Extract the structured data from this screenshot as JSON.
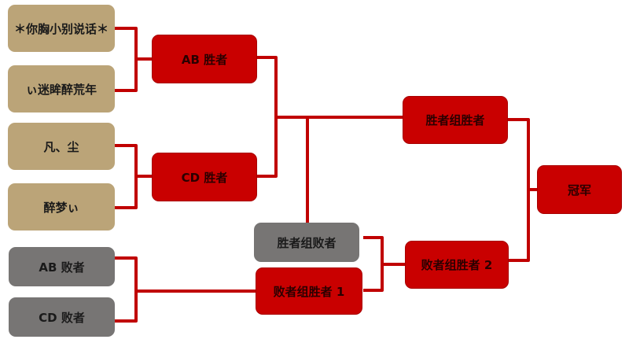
{
  "diagram": {
    "type": "double-elimination-bracket",
    "colors": {
      "line": "#c00000",
      "winner_box": "#c90000",
      "player_box": "#bba478",
      "loser_box": "#777574"
    },
    "players": [
      {
        "label": "＊你胸小别说话＊"
      },
      {
        "label": "ぃ迷眸醉荒年"
      },
      {
        "label": "凡、尘"
      },
      {
        "label": "醉梦ぃ"
      }
    ],
    "losers_seed": [
      {
        "label": "AB 败者"
      },
      {
        "label": "CD 败者"
      }
    ],
    "round1_winners": [
      {
        "label": "AB 胜者"
      },
      {
        "label": "CD 胜者"
      }
    ],
    "winners_bracket_loser": {
      "label": "胜者组败者"
    },
    "losers_bracket_winner_1": {
      "label": "败者组胜者 1"
    },
    "winners_bracket_winner": {
      "label": "胜者组胜者"
    },
    "losers_bracket_winner_2": {
      "label": "败者组胜者 2"
    },
    "champion": {
      "label": "冠军"
    }
  }
}
